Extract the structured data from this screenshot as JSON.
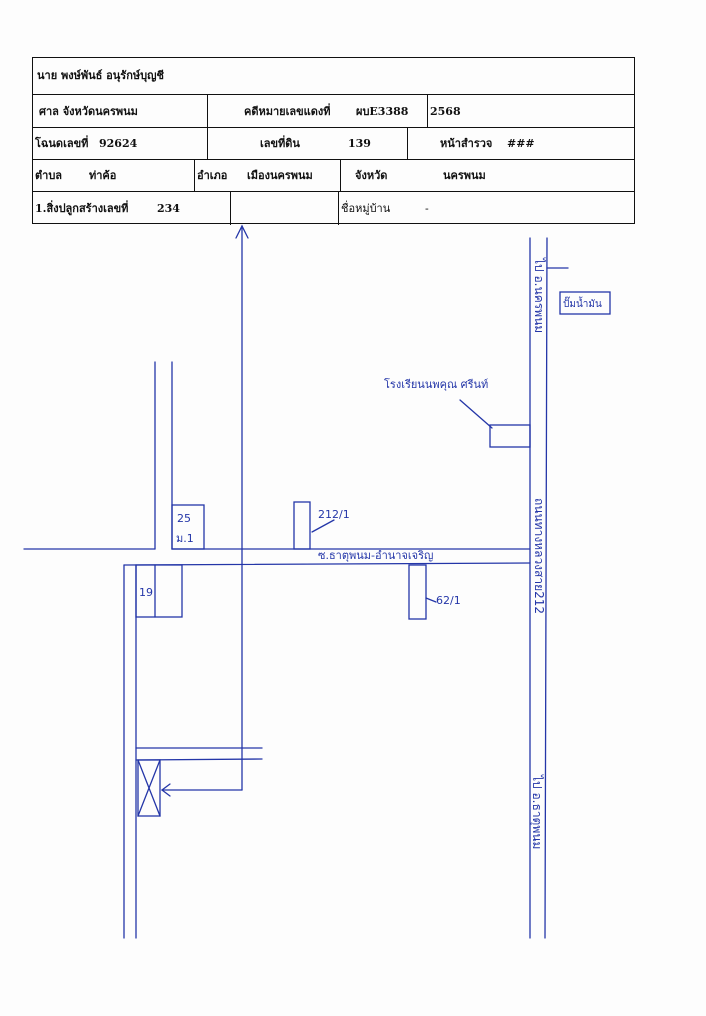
{
  "header": {
    "owner": "นาย พงษ์พันธ์ อนุรักษ์บุญชี",
    "court_label": "ศาล จังหวัดนครพนม",
    "case_label": "คดีหมายเลขแดงที่",
    "case_no": "ผบE3388",
    "case_year": "2568",
    "deed_label": "โฉนดเลขที่",
    "deed_no": "92624",
    "land_no_label": "เลขที่ดิน",
    "land_no": "139",
    "survey_page_label": "หน้าสำรวจ",
    "survey_page": "###",
    "subdistrict_label": "ตำบล",
    "subdistrict": "ท่าค้อ",
    "district_label": "อำเภอ",
    "district": "เมืองนครพนม",
    "province_label": "จังหวัด",
    "province": "นครพนม",
    "building_label": "1.สิ่งปลูกสร้างเลขที่",
    "building_no": "234",
    "village_label": "ชื่อหมู่บ้าน",
    "village": "-"
  },
  "map": {
    "ink_color": "#2436a8",
    "labels": {
      "school": "โรงเรียนนพคุณ ศรีนท์",
      "highway": "ถนนทางหลวงสาย212",
      "soi": "ซ.ธาตุพนม-อำนาจเจริญ",
      "to_nakhon_phanom": "ไป อ.นครพนม",
      "to_that_phanom": "ไป อ.ธาตุพนม",
      "fuel_station": "ปั๊มน้ำมัน",
      "house_212": "212/1",
      "house_62": "62/1",
      "house_25": "25",
      "moo": "ม.1",
      "house_19": "19"
    }
  }
}
